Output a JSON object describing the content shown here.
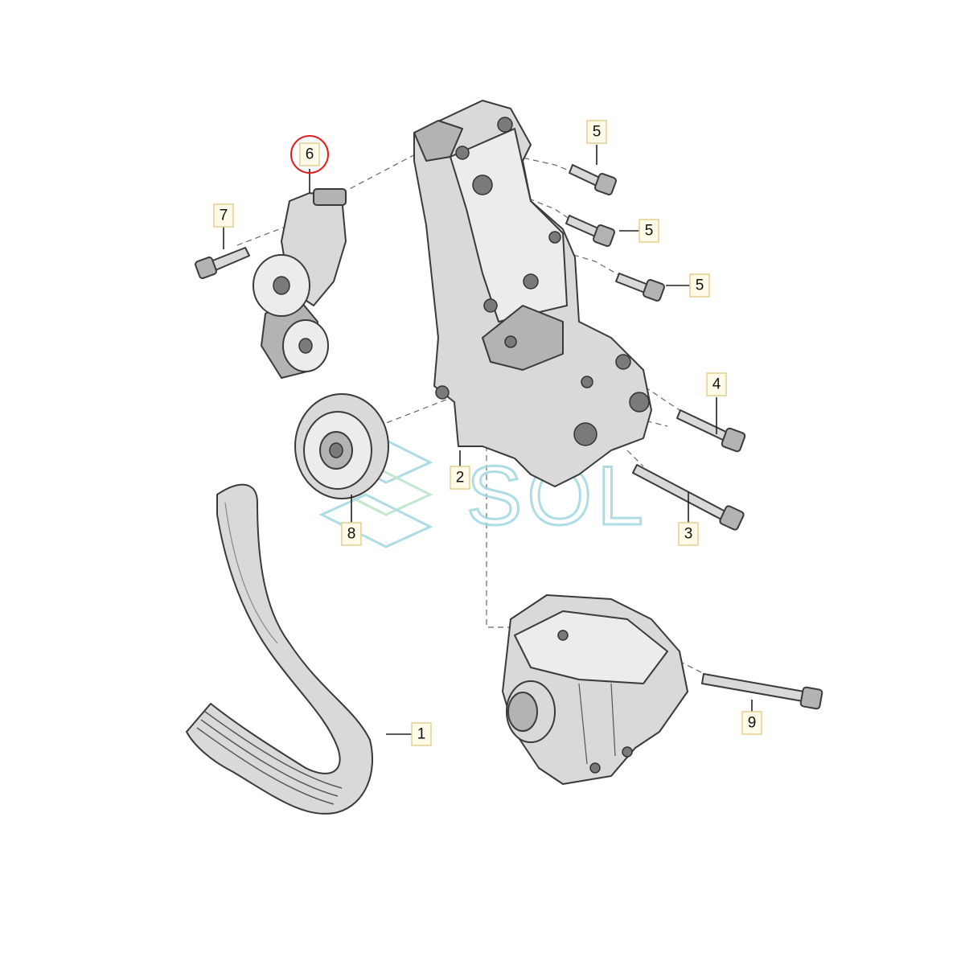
{
  "callouts": {
    "c1": "1",
    "c2": "2",
    "c3": "3",
    "c4": "4",
    "c5a": "5",
    "c5b": "5",
    "c5c": "5",
    "c6": "6",
    "c7": "7",
    "c8": "8",
    "c9": "9"
  },
  "highlight": {
    "callout": "6",
    "color": "#e02020"
  },
  "watermark": {
    "text": "SOL",
    "color": "#9fd8df"
  },
  "parts": [
    {
      "id": "1",
      "name": "ribbed belt"
    },
    {
      "id": "2",
      "name": "accessory bracket"
    },
    {
      "id": "3",
      "name": "long bolt"
    },
    {
      "id": "4",
      "name": "bolt"
    },
    {
      "id": "5",
      "name": "bolt"
    },
    {
      "id": "6",
      "name": "belt tensioner"
    },
    {
      "id": "7",
      "name": "bolt"
    },
    {
      "id": "8",
      "name": "idler pulley"
    },
    {
      "id": "9",
      "name": "alternator bolt"
    }
  ]
}
